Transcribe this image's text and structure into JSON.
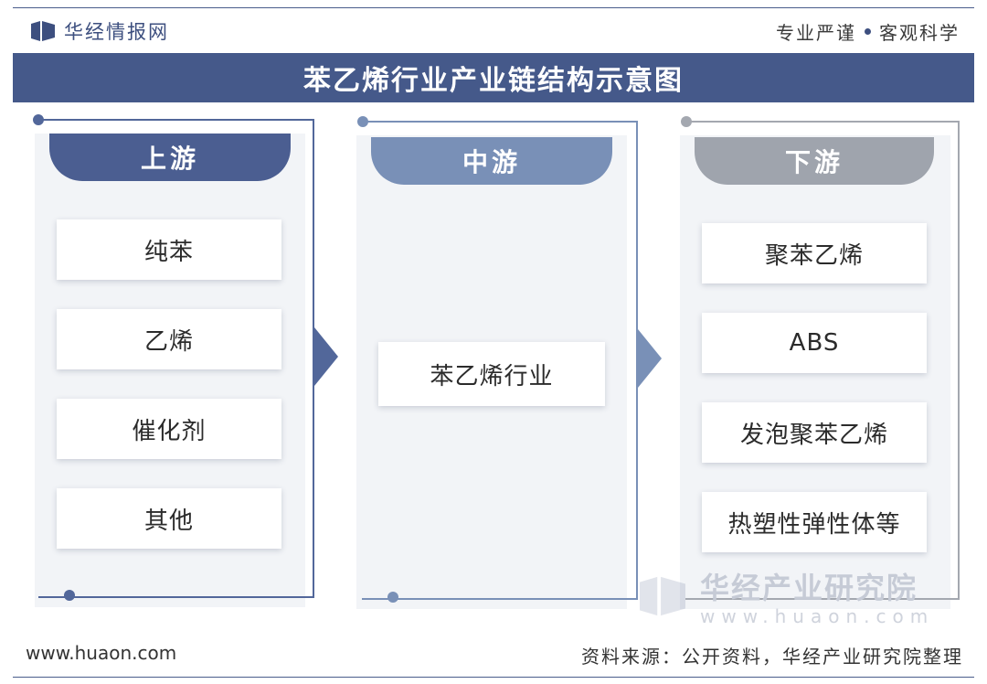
{
  "brand": {
    "name": "华经情报网",
    "logo_icon": "brand-logo-icon"
  },
  "slogan": {
    "left": "专业严谨",
    "right": "客观科学"
  },
  "title": "苯乙烯行业产业链结构示意图",
  "colors": {
    "primary": "#45598a",
    "upstream_header": "#4b5e91",
    "midstream_header": "#7990b7",
    "downstream_header": "#9fa4ad",
    "column_bg": "#f2f4f7"
  },
  "columns": [
    {
      "header": "上游",
      "items": [
        "纯苯",
        "乙烯",
        "催化剂",
        "其他"
      ]
    },
    {
      "header": "中游",
      "items": [
        "苯乙烯行业"
      ]
    },
    {
      "header": "下游",
      "items": [
        "聚苯乙烯",
        "ABS",
        "发泡聚苯乙烯",
        "热塑性弹性体等"
      ]
    }
  ],
  "watermark": {
    "name": "华经产业研究院",
    "url": "www.huaon.com"
  },
  "footer": {
    "url": "www.huaon.com",
    "source": "资料来源：公开资料，华经产业研究院整理"
  }
}
